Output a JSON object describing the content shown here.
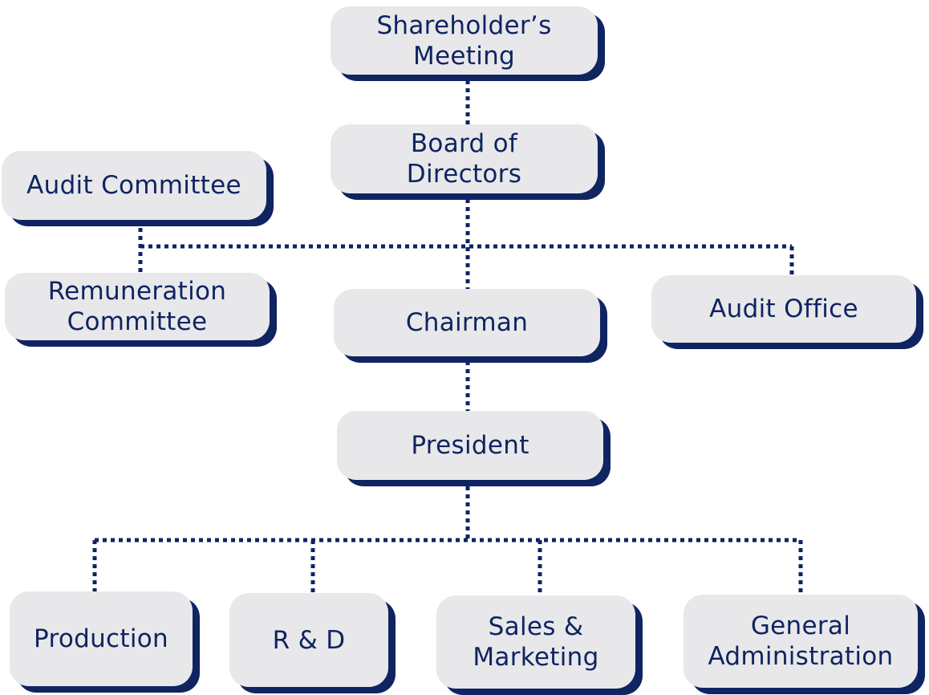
{
  "colors": {
    "box_fill": "#e8e8ea",
    "box_shadow": "#0f2461",
    "text": "#0f2461",
    "connector": "#0f2461"
  },
  "nodes": {
    "shareholders_meeting": "Shareholder’s\nMeeting",
    "board_of_directors": "Board of\nDirectors",
    "audit_committee": "Audit Committee",
    "remuneration_committee": "Remuneration\nCommittee",
    "chairman": "Chairman",
    "audit_office": "Audit Office",
    "president": "President",
    "production": "Production",
    "rnd": "R & D",
    "sales_marketing": "Sales &\nMarketing",
    "general_administration": "General\nAdministration"
  }
}
